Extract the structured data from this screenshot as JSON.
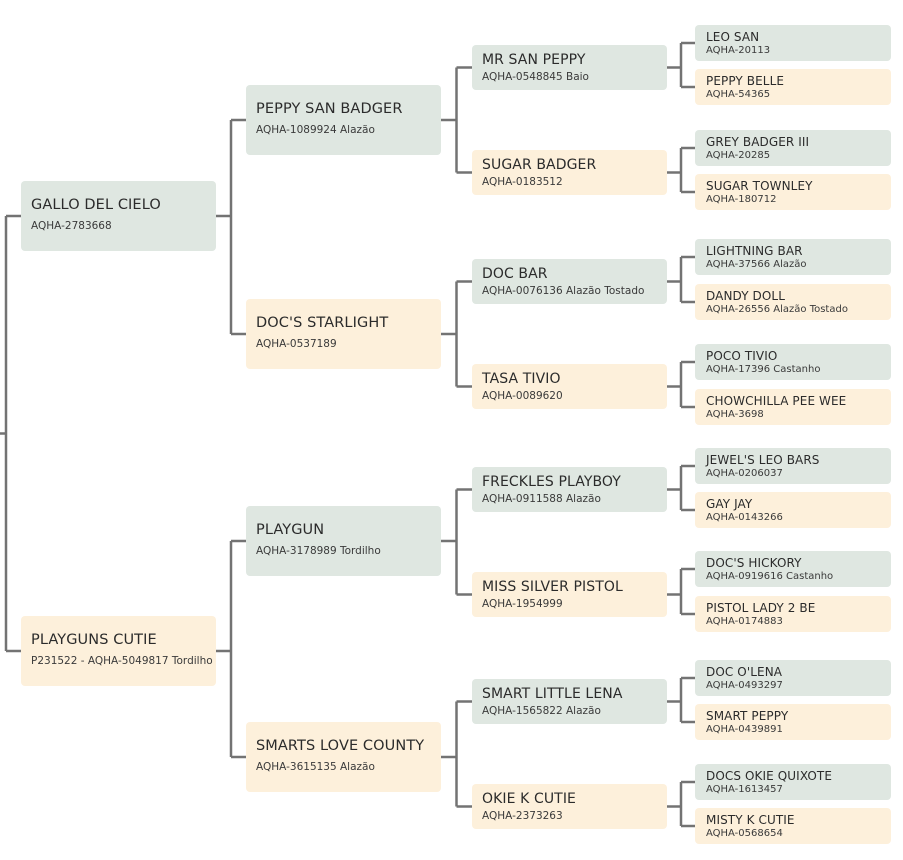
{
  "colors": {
    "sire": "#dfe7e1",
    "dam": "#fdf0db",
    "line": "#737373"
  },
  "horses": [
    {
      "id": "s",
      "sex": "sire",
      "name": "GALLO DEL CIELO",
      "reg": "AQHA-2783668"
    },
    {
      "id": "ss",
      "sex": "sire",
      "name": "PEPPY SAN BADGER",
      "reg": "AQHA-1089924 Alazão"
    },
    {
      "id": "sss",
      "sex": "sire",
      "name": "MR SAN PEPPY",
      "reg": "AQHA-0548845 Baio"
    },
    {
      "id": "ssss",
      "sex": "sire",
      "name": "LEO SAN",
      "reg": "AQHA-20113"
    },
    {
      "id": "sssd",
      "sex": "dam",
      "name": "PEPPY BELLE",
      "reg": "AQHA-54365"
    },
    {
      "id": "ssd",
      "sex": "dam",
      "name": "SUGAR BADGER",
      "reg": "AQHA-0183512"
    },
    {
      "id": "ssds",
      "sex": "sire",
      "name": "GREY BADGER III",
      "reg": "AQHA-20285"
    },
    {
      "id": "ssdd",
      "sex": "dam",
      "name": "SUGAR TOWNLEY",
      "reg": "AQHA-180712"
    },
    {
      "id": "sd",
      "sex": "dam",
      "name": "DOC'S STARLIGHT",
      "reg": "AQHA-0537189"
    },
    {
      "id": "sds",
      "sex": "sire",
      "name": "DOC BAR",
      "reg": "AQHA-0076136 Alazão Tostado"
    },
    {
      "id": "sdss",
      "sex": "sire",
      "name": "LIGHTNING BAR",
      "reg": "AQHA-37566 Alazão"
    },
    {
      "id": "sdsd",
      "sex": "dam",
      "name": "DANDY DOLL",
      "reg": "AQHA-26556 Alazão Tostado"
    },
    {
      "id": "sdd",
      "sex": "dam",
      "name": "TASA TIVIO",
      "reg": "AQHA-0089620"
    },
    {
      "id": "sdds",
      "sex": "sire",
      "name": "POCO TIVIO",
      "reg": "AQHA-17396 Castanho"
    },
    {
      "id": "sddd",
      "sex": "dam",
      "name": "CHOWCHILLA PEE WEE",
      "reg": "AQHA-3698"
    },
    {
      "id": "d",
      "sex": "dam",
      "name": "PLAYGUNS CUTIE",
      "reg": "P231522 - AQHA-5049817 Tordilho"
    },
    {
      "id": "ds",
      "sex": "sire",
      "name": "PLAYGUN",
      "reg": "AQHA-3178989 Tordilho"
    },
    {
      "id": "dss",
      "sex": "sire",
      "name": "FRECKLES PLAYBOY",
      "reg": "AQHA-0911588 Alazão"
    },
    {
      "id": "dsss",
      "sex": "sire",
      "name": "JEWEL'S LEO BARS",
      "reg": "AQHA-0206037"
    },
    {
      "id": "dssd",
      "sex": "dam",
      "name": "GAY JAY",
      "reg": "AQHA-0143266"
    },
    {
      "id": "dsd",
      "sex": "dam",
      "name": "MISS SILVER PISTOL",
      "reg": "AQHA-1954999"
    },
    {
      "id": "dsds",
      "sex": "sire",
      "name": "DOC'S HICKORY",
      "reg": "AQHA-0919616 Castanho"
    },
    {
      "id": "dsdd",
      "sex": "dam",
      "name": "PISTOL LADY 2 BE",
      "reg": "AQHA-0174883"
    },
    {
      "id": "dd",
      "sex": "dam",
      "name": "SMARTS LOVE COUNTY",
      "reg": "AQHA-3615135 Alazão"
    },
    {
      "id": "dds",
      "sex": "sire",
      "name": "SMART LITTLE LENA",
      "reg": "AQHA-1565822 Alazão"
    },
    {
      "id": "ddss",
      "sex": "sire",
      "name": "DOC O'LENA",
      "reg": "AQHA-0493297"
    },
    {
      "id": "ddsd",
      "sex": "dam",
      "name": "SMART PEPPY",
      "reg": "AQHA-0439891"
    },
    {
      "id": "ddd",
      "sex": "dam",
      "name": "OKIE K CUTIE",
      "reg": "AQHA-2373263"
    },
    {
      "id": "ddds",
      "sex": "sire",
      "name": "DOCS OKIE QUIXOTE",
      "reg": "AQHA-1613457"
    },
    {
      "id": "dddd",
      "sex": "dam",
      "name": "MISTY K CUTIE",
      "reg": "AQHA-0568654"
    }
  ]
}
